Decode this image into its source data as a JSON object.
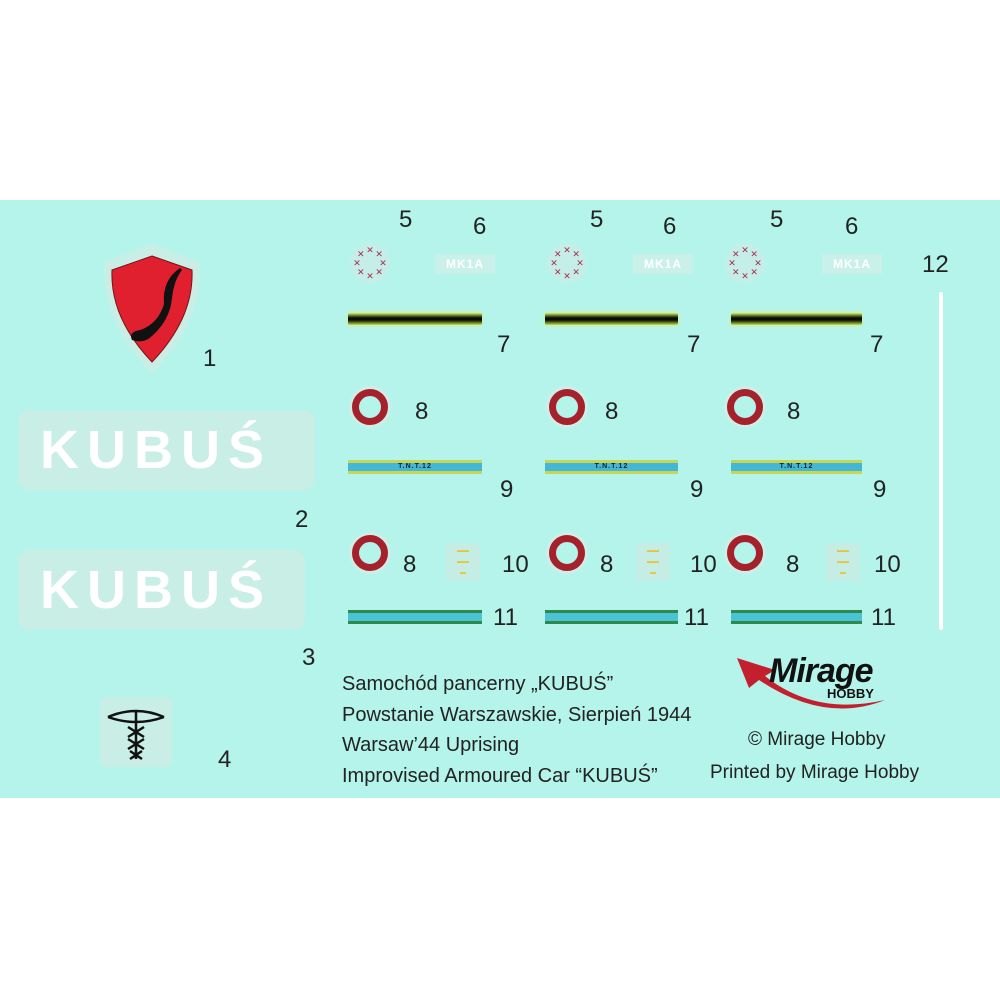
{
  "sheet_title_lines": [
    "Samochód pancerny „KUBUŚ”",
    "Powstanie Warszawskie, Sierpień 1944",
    "Warsaw’44 Uprising",
    "Improvised Armoured Car “KUBUŚ”"
  ],
  "kubus_label": "KUBUŚ",
  "mk_label": "MK1A",
  "tnt_label": "T.N.T.12",
  "numbers": {
    "n1": "1",
    "n2": "2",
    "n3": "3",
    "n4": "4",
    "n5": "5",
    "n6": "6",
    "n7": "7",
    "n8": "8",
    "n9": "9",
    "n10": "10",
    "n11": "11",
    "n12": "12"
  },
  "logo": {
    "word": "Mirage",
    "sub": "HOBBY"
  },
  "copyright": "© Mirage Hobby",
  "printed_by": "Printed by Mirage Hobby",
  "colors": {
    "sheet": "#b4f4ea",
    "red": "#a5212b",
    "shield": "#e0202e"
  }
}
